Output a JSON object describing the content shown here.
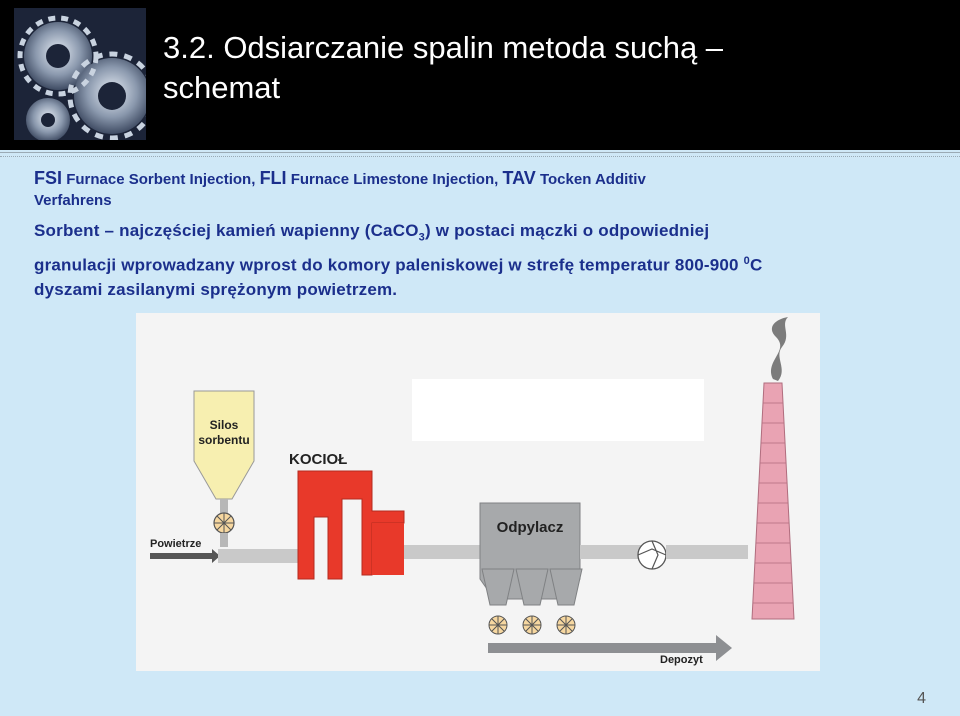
{
  "header": {
    "title_line1": "3.2. Odsiarczanie spalin metoda suchą –",
    "title_line2": "schemat"
  },
  "content": {
    "fsi_abbr": "FSI",
    "fsi_text": "Furnace Sorbent Injection,",
    "fli_abbr": "FLI",
    "fli_text": "Furnace Limestone Injection,",
    "tav_abbr": "TAV",
    "tav_text": "Tocken Additiv",
    "tav_text2": "Verfahrens",
    "sorbent_a": "Sorbent – najczęściej kamień wapienny (CaCO",
    "sorbent_sub": "3",
    "sorbent_b": ") w postaci mączki o odpowiedniej",
    "sorbent_line2a": "granulacji wprowadzany wprost do komory paleniskowej w strefę temperatur 800-900 ",
    "sorbent_sup": "0",
    "sorbent_line2b": "C",
    "sorbent_line3": "dyszami zasilanymi sprężonym powietrzem."
  },
  "diagram": {
    "silos_line1": "Silos",
    "silos_line2": "sorbentu",
    "kociol": "KOCIOŁ",
    "odpylacz": "Odpylacz",
    "powietrze": "Powietrze",
    "depozyt": "Depozyt",
    "colors": {
      "silo": "#f7efb0",
      "boiler": "#e8392a",
      "filter": "#a7a9ab",
      "chimney": "#e9a3b3",
      "arrow": "#8d8f92",
      "fan": "#f6d7a0"
    }
  },
  "footer": {
    "page_number": "4"
  }
}
